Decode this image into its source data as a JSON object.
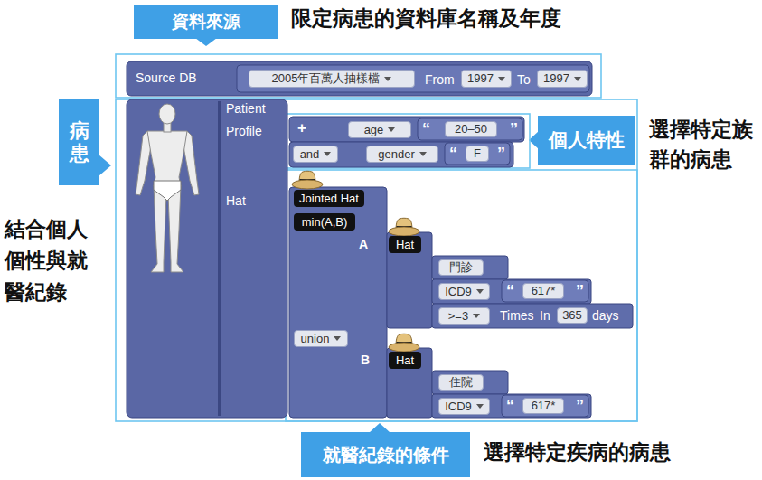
{
  "diagram": {
    "nodes": [
      {
        "text": [
          "資料來源"
        ]
      },
      {
        "text": [
          "Source DB",
          "From",
          "To"
        ]
      },
      {
        "text": [
          "2005年百萬人抽樣檔"
        ],
        "in": 1
      },
      {
        "text": [
          "1997"
        ],
        "in": 1
      },
      {
        "text": [
          "1997"
        ],
        "in": 1
      },
      {
        "text": [
          "病患"
        ]
      },
      {
        "text": [
          "Patient",
          "Profile",
          "Hat"
        ]
      },
      {
        "text": [
          "+"
        ]
      },
      {
        "text": [
          "age"
        ],
        "in": 7
      },
      {
        "text": [
          "“",
          "”"
        ],
        "in": 7
      },
      {
        "text": [
          "20–50"
        ],
        "in": 9
      },
      {
        "text": [
          "and"
        ]
      },
      {
        "text": [
          "gender"
        ]
      },
      {
        "text": [
          "“",
          "”"
        ]
      },
      {
        "text": [
          "F"
        ],
        "in": 13
      },
      {
        "text": [
          "個人特性"
        ]
      },
      {
        "text": [
          "Jointed Hat"
        ]
      },
      {
        "text": [
          "min(A,B)"
        ]
      },
      {
        "text": [
          "Hat"
        ]
      },
      {
        "text": [
          "門診"
        ]
      },
      {
        "text": [
          "ICD9"
        ]
      },
      {
        "text": [
          "“",
          "”"
        ]
      },
      {
        "text": [
          "617*"
        ],
        "in": 21
      },
      {
        "text": [
          ">=3"
        ]
      },
      {
        "text": [
          "365"
        ]
      },
      {
        "text": [
          "union"
        ]
      },
      {
        "text": [
          "Hat"
        ]
      },
      {
        "text": [
          "住院"
        ]
      },
      {
        "text": [
          "ICD9"
        ]
      },
      {
        "text": [
          "“",
          "”"
        ]
      },
      {
        "text": [
          "617*"
        ],
        "in": 29
      },
      {
        "text": [
          "就醫紀錄的條件"
        ]
      }
    ],
    "labels": [
      "限定病患的資料庫名稱及年度",
      "結合個人個性與就醫紀錄",
      "選擇特定族群的病患",
      "A",
      "Times",
      "In",
      "days",
      "B",
      "選擇特定疾病的病患"
    ]
  }
}
